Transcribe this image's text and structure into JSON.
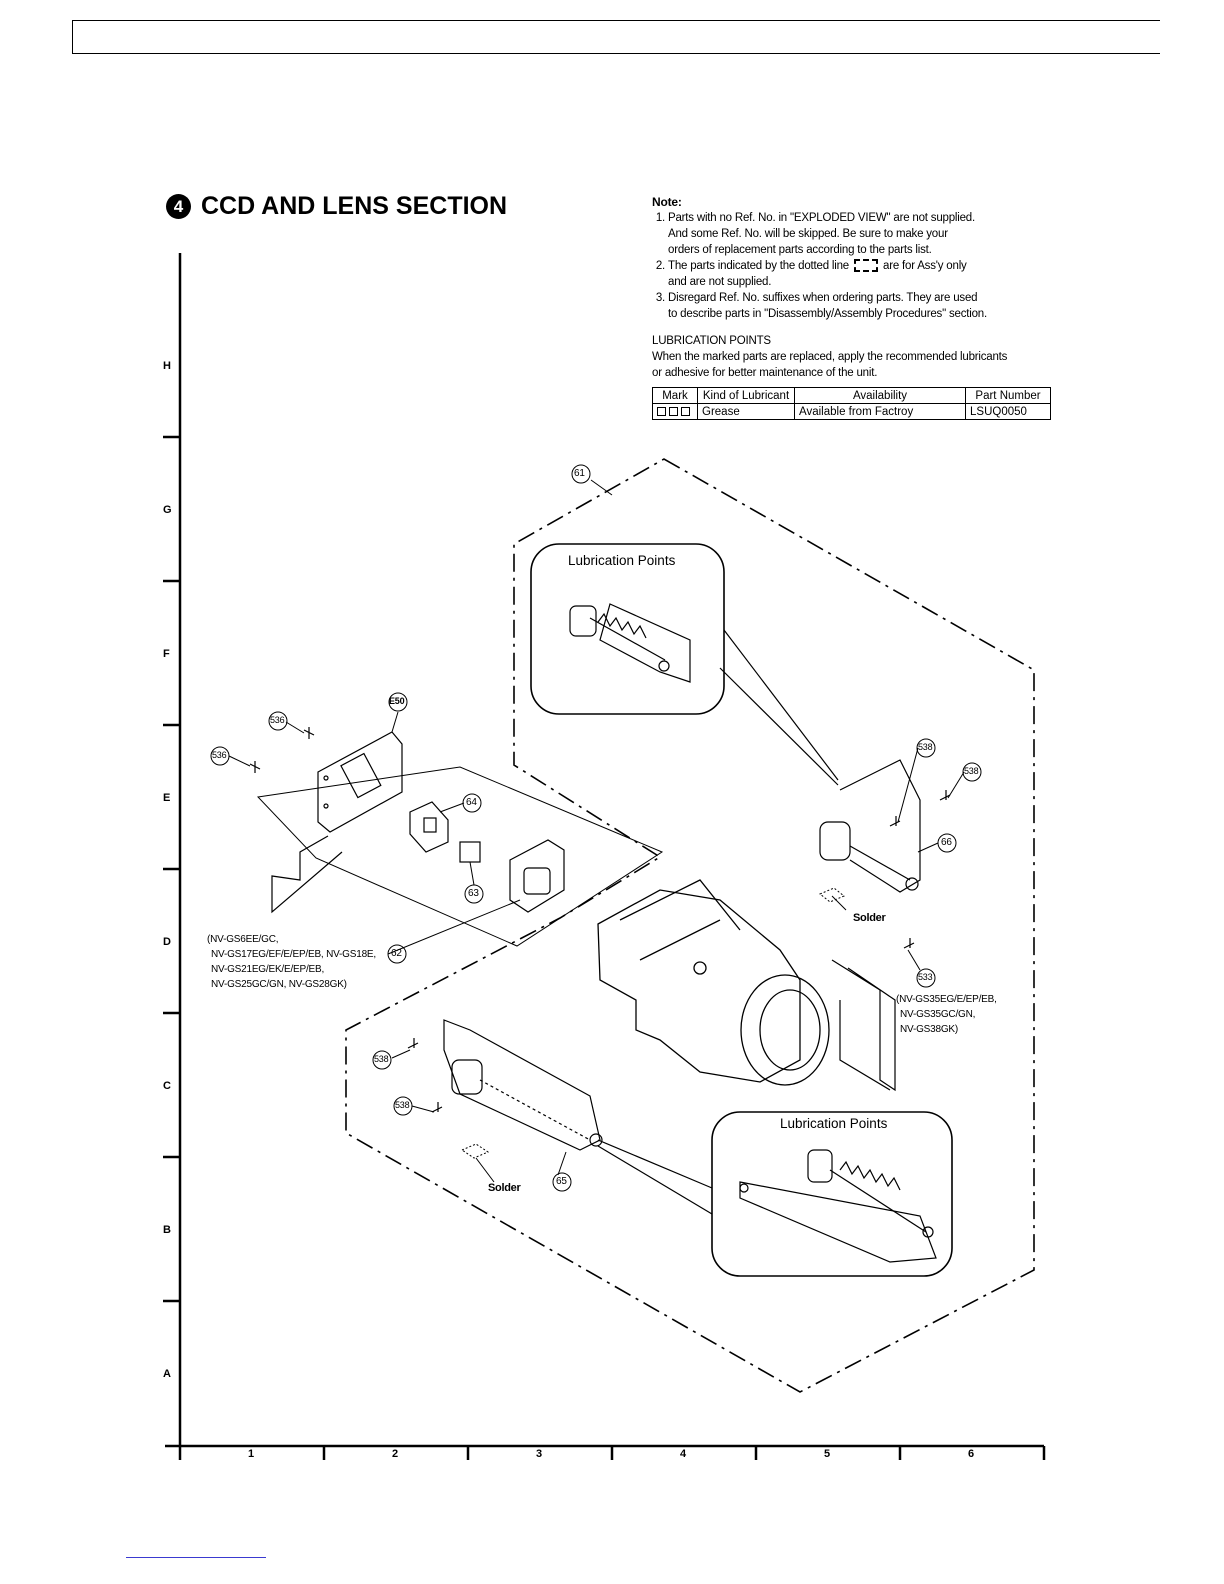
{
  "section": {
    "number": "4",
    "title": "CCD AND LENS SECTION"
  },
  "note": {
    "heading": "Note:",
    "item1_a": "Parts with no Ref. No. in \"EXPLODED VIEW\" are not supplied.",
    "item1_b": "And some Ref. No. will be skipped.  Be sure to make your",
    "item1_c": "orders of replacement parts according to the parts list.",
    "item2_a": "The parts indicated by the dotted line",
    "item2_b": "are for Ass'y only",
    "item2_c": "and are not supplied.",
    "item3_a": "Disregard Ref. No. suffixes when ordering parts. They are used",
    "item3_b": "to describe parts in \"Disassembly/Assembly Procedures\" section."
  },
  "lubrication": {
    "heading": "LUBRICATION POINTS",
    "text_a": "When the marked parts are replaced, apply the recommended lubricants",
    "text_b": "or adhesive for better maintenance of the unit.",
    "headers": [
      "Mark",
      "Kind of Lubricant",
      "Availability",
      "Part Number"
    ],
    "row": {
      "kind": "Grease",
      "availability": "Available from Factroy",
      "part_number": "LSUQ0050"
    }
  },
  "grid": {
    "rows": [
      "H",
      "G",
      "F",
      "E",
      "D",
      "C",
      "B",
      "A"
    ],
    "cols": [
      "1",
      "2",
      "3",
      "4",
      "5",
      "6"
    ]
  },
  "lubrication_box_title": "Lubrication Points",
  "solder_label": "Solder",
  "refs": {
    "r61": "61",
    "rE50": "E50",
    "r536a": "536",
    "r536b": "536",
    "r64": "64",
    "r63": "63",
    "r62": "62",
    "r538a": "538",
    "r538b": "538",
    "r66": "66",
    "r533": "533",
    "r538c": "538",
    "r538d": "538",
    "r65": "65"
  },
  "models_left": [
    "(NV-GS6EE/GC,",
    "NV-GS17EG/EF/E/EP/EB, NV-GS18E,",
    "NV-GS21EG/EK/E/EP/EB,",
    "NV-GS25GC/GN, NV-GS28GK)"
  ],
  "models_right": [
    "(NV-GS35EG/E/EP/EB,",
    "NV-GS35GC/GN,",
    "NV-GS38GK)"
  ]
}
